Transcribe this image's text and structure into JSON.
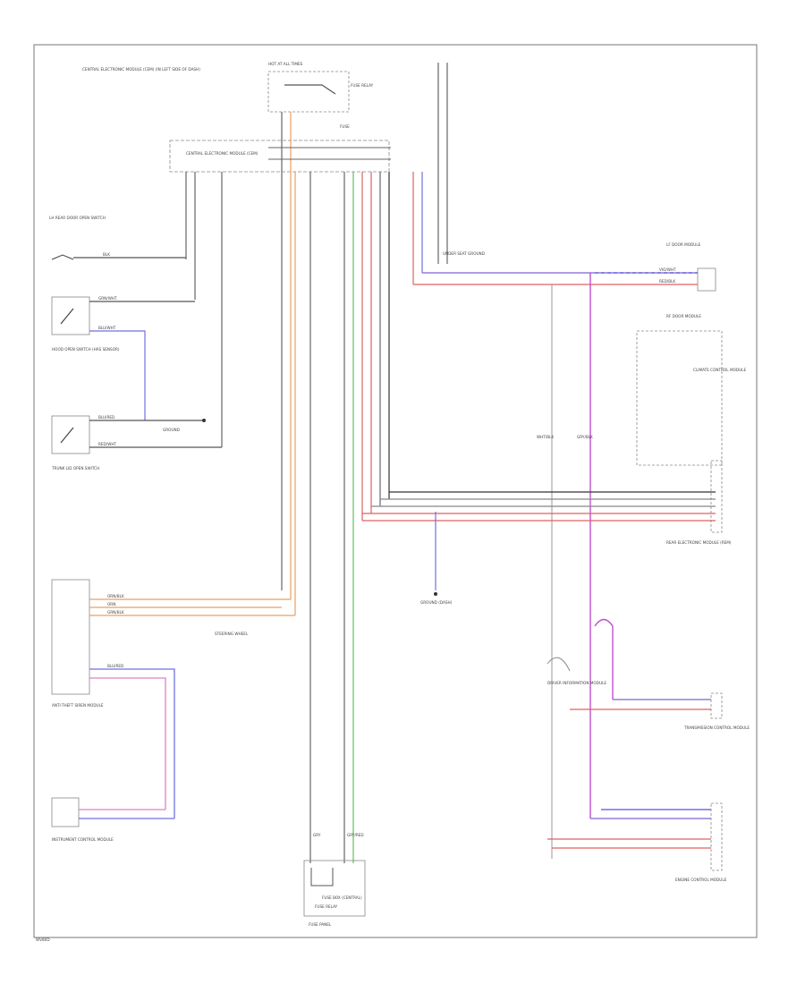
{
  "diagram": {
    "components": {
      "cem_top_left": "CENTRAL ELECTRONIC MODULE (CEM) (IN LEFT SIDE OF DASH)",
      "hot_at_all_times": "HOT AT ALL TIMES",
      "fuse_relay": "FUSE RELAY",
      "fuse_label": "FUSE",
      "cem_box": "CENTRAL ELECTRONIC MODULE (CEM)",
      "lh_rear_door_switch": "LH REAR DOOR OPEN SWITCH",
      "hood_switch": "HOOD OPEN SWITCH (HAS SENSOR)",
      "trunk_switch": "TRUNK LID OPEN SWITCH",
      "ground": "GROUND",
      "under_seat_ground": "UNDER SEAT GROUND",
      "lf_door_module": "LF DOOR MODULE",
      "rf_door_module": "RF DOOR MODULE",
      "rear_central_unit": "REAR ELECTRONIC MODULE (REM)",
      "ground_dash": "GROUND (DASH)",
      "anti_theft_module": "ANTI-THEFT SIREN MODULE",
      "instrument_panel": "INSTRUMENT CONTROL MODULE",
      "steering_wheel": "STEERING WHEEL",
      "driver_info": "DRIVER INFORMATION MODULE",
      "transmission_control": "TRANSMISSION CONTROL MODULE",
      "engine_control": "ENGINE CONTROL MODULE",
      "climate_control": "CLIMATE CONTROL MODULE",
      "fuse_box_bottom": "FUSE BOX (CENTRAL)",
      "fuse_relay_bottom": "FUSE RELAY",
      "fuse_panel_bottom": "FUSE PANEL"
    },
    "wire_labels": {
      "w1": "GRN/WHT",
      "w2": "BLK",
      "w3": "RED/WHT",
      "w4": "BLU/WHT",
      "w5": "BLU/RED",
      "w6": "ORN/BLK",
      "w7": "ORN",
      "w8": "GRN/BLK",
      "w9": "GRY/BLK",
      "w10": "GRY",
      "w11": "RED/BLK",
      "w12": "VIO/WHT",
      "w13": "WHT/BLK",
      "w14": "BLU/RED",
      "w15": "GRY/RED"
    },
    "page_code": "WV80D"
  }
}
